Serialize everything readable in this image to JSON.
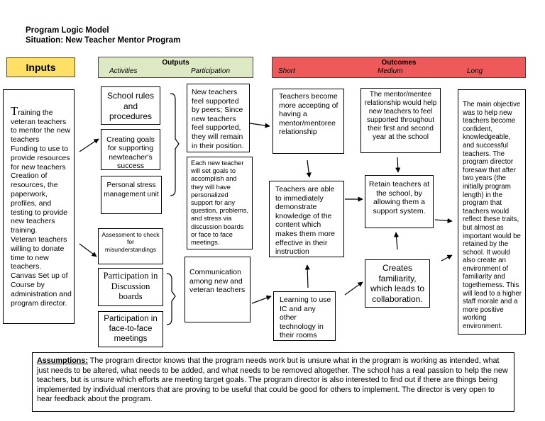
{
  "title": {
    "line1": "Program Logic Model",
    "line2": "Situation: New Teacher Mentor Program"
  },
  "headers": {
    "inputs": "Inputs",
    "outputs": "Outputs",
    "activities": "Activities",
    "participation": "Participation",
    "outcomes": "Outcomes",
    "short": "Short",
    "medium": "Medium",
    "long": "Long"
  },
  "colors": {
    "inputs_header": "#ffe066",
    "outputs_header": "#dde8c4",
    "outcomes_header": "#ee5a5a"
  },
  "inputs": {
    "drop_cap": "T",
    "text": "raining the veteran teachers to mentor the new teachers\nFunding to use to provide resources for new teachers\nCreation of resources, the paperwork, profiles, and testing to provide new teachers training.\nVeteran teachers willing to donate time to new teachers.\n Canvas Set up of Course by administration and program director."
  },
  "activities": {
    "school_rules": "School rules and procedures",
    "creating_goals": "Creating goals for supporting newteacher's success",
    "stress_unit": "Personal stress management unit",
    "assessment": "Assessment to check for misunderstandings",
    "discussion_boards": "Participation in Discussion boards",
    "face_to_face": "Participation in face-to-face meetings"
  },
  "participation": {
    "supported_by_peers": "New teachers feel supported by peers; Since new teachers feel supported, they will remain in their position.",
    "goals_support": "Each new teacher will set goals to accomplish and they will have personalized support for any question, problems, and stress via discussion boards or face to face meetings.",
    "communication": "Communication among new and veteran teachers"
  },
  "outcomes": {
    "accepting": "Teachers become more accepting of having a mentor/mentoree relationship",
    "demonstrate": "Teachers are able to immediately demonstrate knowledge of the content which makes them more effective in their instruction",
    "learning_ic": "Learning to use IC and any other technology in their rooms",
    "relationship": "The mentor/mentee relationship would help new teachers to feel supported throughout their first and second year at the school",
    "retain": "Retain teachers at the school, by allowing them a support system.",
    "familiarity": "Creates familiarity, which leads to collaboration.",
    "long_text": "The main objective was to help new teachers become confident, knowledgeable, and successful teachers. The program director foresaw that after two years (the initially program length) in the program that teachers would reflect these traits, but almost as important would be retained by the school. It would also create an environment of familiarity and togetherness. This will lead to a higher staff morale and a more positive working environment."
  },
  "assumptions": {
    "label": "Assumptions:",
    "text": " The program director knows that the program needs work but is unsure what in the program is working as intended, what just needs to be altered, what needs to be added, and what needs to be removed altogether. The school has a real passion to help the new teachers, but is unsure which efforts are meeting target goals. The program director is also interested to find out if there are things being implemented by individual mentors that are proving to be useful that could be good for others to implement. The director is very open to hear feedback about the program."
  }
}
